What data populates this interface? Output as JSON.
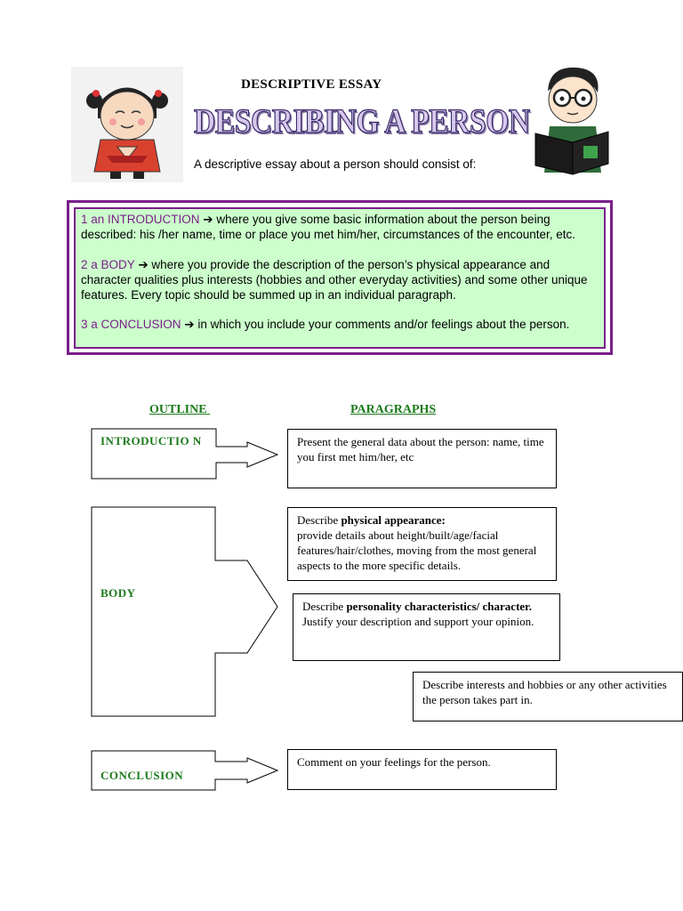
{
  "header": {
    "subtitle": "DESCRIPTIVE ESSAY",
    "title": "DESCRIBING A PERSON",
    "intro": "A descriptive essay about a person should consist of:"
  },
  "structure": {
    "introduction": {
      "label": "1 an INTRODUCTION",
      "arrow": "➔",
      "text": " where you give some basic information about the person being described: his /her name, time or place you met him/her, circumstances of the encounter, etc."
    },
    "body": {
      "label": "2  a BODY",
      "arrow": "➔",
      "text": "  where you provide the description of the person’s physical appearance and character qualities plus interests (hobbies and other everyday activities) and some other unique features. Every topic should be summed up in an individual paragraph."
    },
    "conclusion": {
      "label": "3  a CONCLUSION",
      "arrow": "➔",
      "text": "  in which you include your comments and/or feelings about the person."
    }
  },
  "outline": {
    "col_outline": "OUTLINE ",
    "col_paragraphs": "PARAGRAPHS",
    "intro_label": "INTRODUCTIO N",
    "body_label": "BODY",
    "conclusion_label": "CONCLUSION",
    "p_intro": "Present the general data about the person: name, time you first met him/her, etc",
    "p_phys_prefix": "Describe ",
    "p_phys_bold": "physical appearance:",
    "p_phys_rest": "provide details about height/built/age/facial features/hair/clothes, moving from the most general aspects to the more specific details.",
    "p_pers_prefix": "Describe ",
    "p_pers_bold": "personality characteristics/ character.",
    "p_pers_rest": "Justify your description and support your opinion.",
    "p_interests": "Describe interests and hobbies or any other activities the person takes part in.",
    "p_conclusion": "Comment on your feelings for the person."
  },
  "colors": {
    "frame_purple": "#7a1f8a",
    "box_green": "#ccffcc",
    "label_green": "#1c7a1c"
  }
}
